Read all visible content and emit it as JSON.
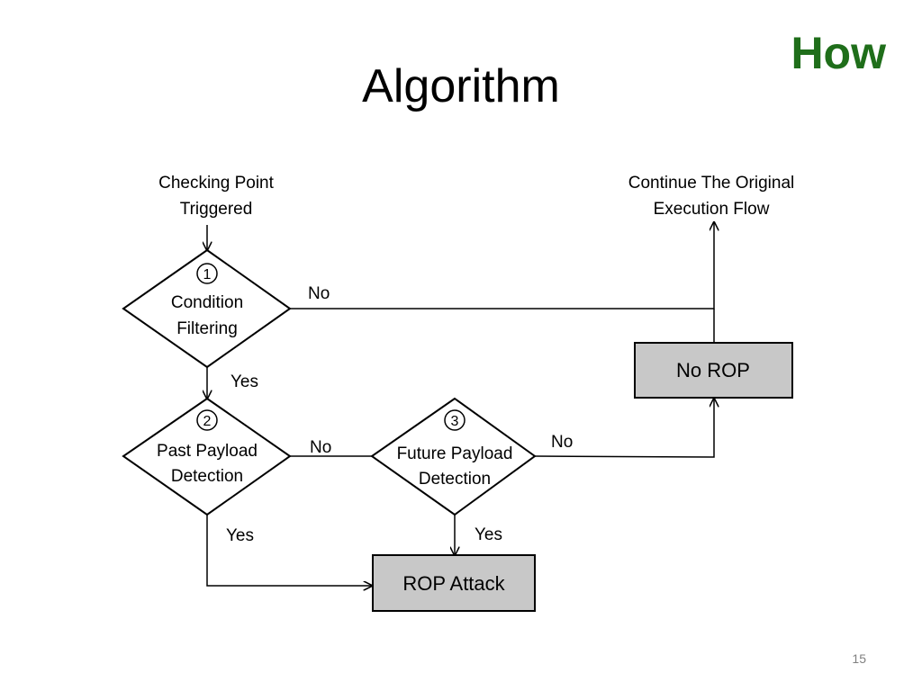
{
  "slide": {
    "title": "Algorithm",
    "section_tag": "How",
    "page_number": "15"
  },
  "colors": {
    "section_tag": "#1f6e1a",
    "process_box_fill": "#c8c8c8",
    "line": "#000000"
  },
  "diagram": {
    "start": {
      "line1": "Checking Point",
      "line2": "Triggered"
    },
    "end": {
      "line1": "Continue The Original",
      "line2": "Execution Flow"
    },
    "decision1": {
      "number": "1",
      "line1": "Condition",
      "line2": "Filtering"
    },
    "decision2": {
      "number": "2",
      "line1": "Past Payload",
      "line2": "Detection"
    },
    "decision3": {
      "number": "3",
      "line1": "Future Payload",
      "line2": "Detection"
    },
    "no_rop": "No ROP",
    "rop_attack": "ROP Attack",
    "edges": {
      "d1_no": "No",
      "d1_yes": "Yes",
      "d2_no": "No",
      "d2_yes": "Yes",
      "d3_no": "No",
      "d3_yes": "Yes"
    }
  }
}
